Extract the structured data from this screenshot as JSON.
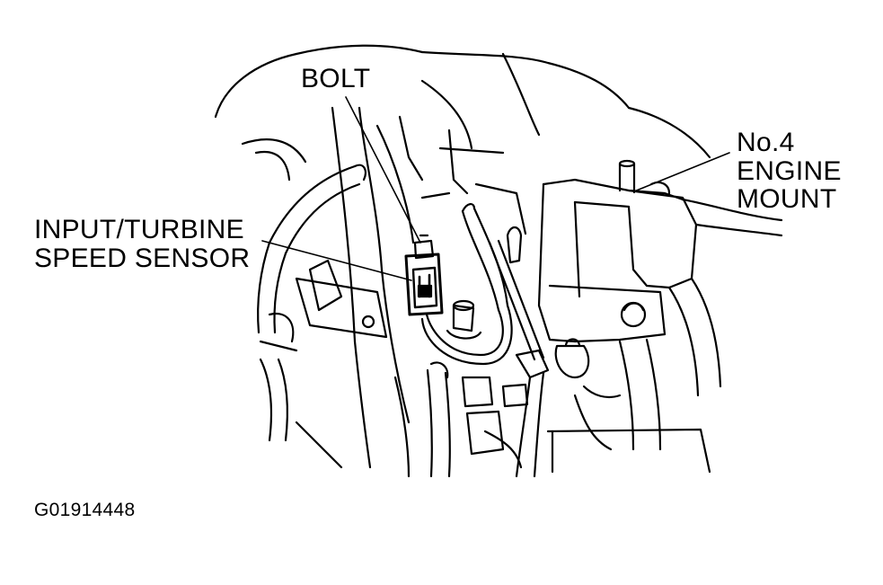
{
  "labels": {
    "bolt": "BOLT",
    "mount_line1": "No.4",
    "mount_line2": "ENGINE",
    "mount_line3": "MOUNT",
    "sensor_line1": "INPUT/TURBINE",
    "sensor_line2": "SPEED SENSOR"
  },
  "figure_id": "G01914448",
  "colors": {
    "ink": "#000000",
    "paper": "#ffffff"
  }
}
